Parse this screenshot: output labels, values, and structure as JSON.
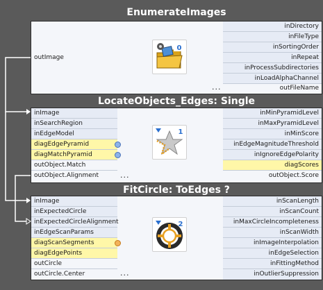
{
  "blocks": [
    {
      "title": "EnumerateImages",
      "left_ports": [
        "outImage"
      ],
      "right_ports": [
        "inDirectory",
        "inFileType",
        "inSortingOrder",
        "inRepeat",
        "inProcessSubdirectories",
        "inLoadAlphaChannel",
        "outFileName"
      ],
      "ellipsis": "...",
      "badge": "0",
      "icon": "folder-images-icon"
    },
    {
      "title": "LocateObjects_Edges: Single",
      "left_ports": [
        "inImage",
        "inSearchRegion",
        "inEdgeModel",
        "diagEdgePyramid",
        "diagMatchPyramid",
        "outObject.Match",
        "outObject.Alignment"
      ],
      "right_ports": [
        "inMinPyramidLevel",
        "inMaxPyramidLevel",
        "inMinScore",
        "inEdgeMagnitudeThreshold",
        "inIgnoreEdgePolarity",
        "diagScores",
        "outObject.Score"
      ],
      "ellipsis": "...",
      "badge": "1",
      "icon": "star-edges-icon"
    },
    {
      "title": "FitCircle: ToEdges ?",
      "left_ports": [
        "inImage",
        "inExpectedCircle",
        "inExpectedCircleAlignment",
        "inEdgeScanParams",
        "diagScanSegments",
        "diagEdgePoints",
        "outCircle",
        "outCircle.Center"
      ],
      "right_ports": [
        "inScanLength",
        "inScanCount",
        "inMaxCircleIncompleteness",
        "inScanWidth",
        "inImageInterpolation",
        "inEdgeSelection",
        "inFittingMethod",
        "inOutlierSuppression"
      ],
      "ellipsis": "...",
      "badge": "2",
      "icon": "circle-fit-icon"
    }
  ],
  "colors": {
    "background": "#5a5a5a",
    "block": "#f4f6fa",
    "port_bg": "#e6ebf5",
    "diag_port": "#fff7a8",
    "connection": "#ffffff"
  }
}
